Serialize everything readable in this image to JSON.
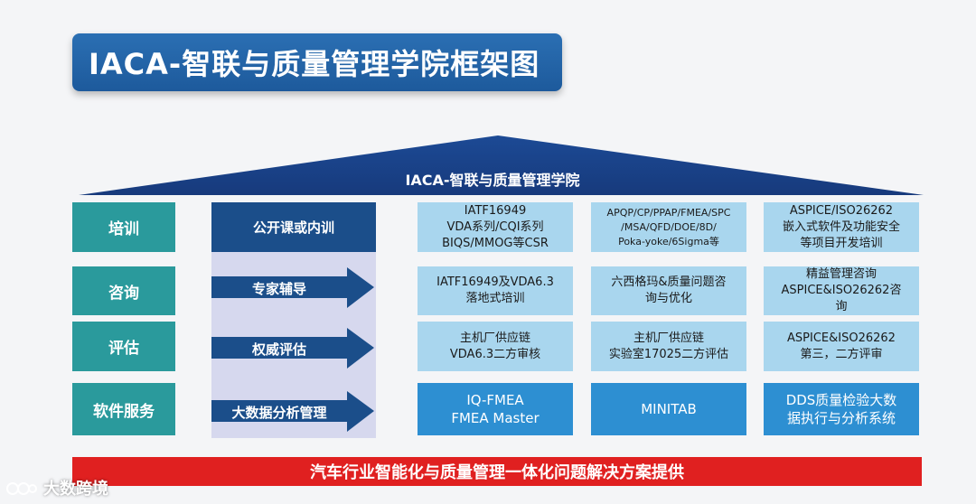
{
  "title": "IACA-智联与质量管理学院框架图",
  "roof_label": "IACA-智联与质量管理学院",
  "rows": [
    {
      "label": "培训"
    },
    {
      "label": "咨询"
    },
    {
      "label": "评估"
    },
    {
      "label": "软件服务"
    }
  ],
  "methods": [
    "公开课或内训",
    "专家辅导",
    "权威评估",
    "大数据分析管理"
  ],
  "cells": {
    "r0c0": "IATF16949\nVDA系列/CQI系列\nBIQS/MMOG等CSR",
    "r0c1": "APQP/CP/PPAP/FMEA/SPC\n/MSA/QFD/DOE/8D/\nPoka-yoke/6Sigma等",
    "r0c2": "ASPICE/ISO26262\n嵌入式软件及功能安全\n等项目开发培训",
    "r1c0": "IATF16949及VDA6.3\n落地式培训",
    "r1c1": "六西格玛&质量问题咨\n询与优化",
    "r1c2": "精益管理咨询\nASPICE&ISO26262咨\n询",
    "r2c0": "主机厂供应链\nVDA6.3二方审核",
    "r2c1": "主机厂供应链\n实验室17025二方评估",
    "r2c2": "ASPICE&ISO26262\n第三，二方评审",
    "r3c0": "IQ-FMEA\nFMEA Master",
    "r3c1": "MINITAB",
    "r3c2": "DDS质量检验大数\n据执行与分析系统"
  },
  "bottom_banner": "汽车行业智能化与质量管理一体化问题解决方案提供",
  "watermark": "大数跨境",
  "colors": {
    "title_blue": "#1d5a9c",
    "roof_navy": "#1b3f86",
    "teal": "#2a9a9c",
    "light_blue": "#a9d6ee",
    "bright_blue": "#2d8fd2",
    "lavender": "#d6d8ee",
    "red": "#e02020"
  }
}
